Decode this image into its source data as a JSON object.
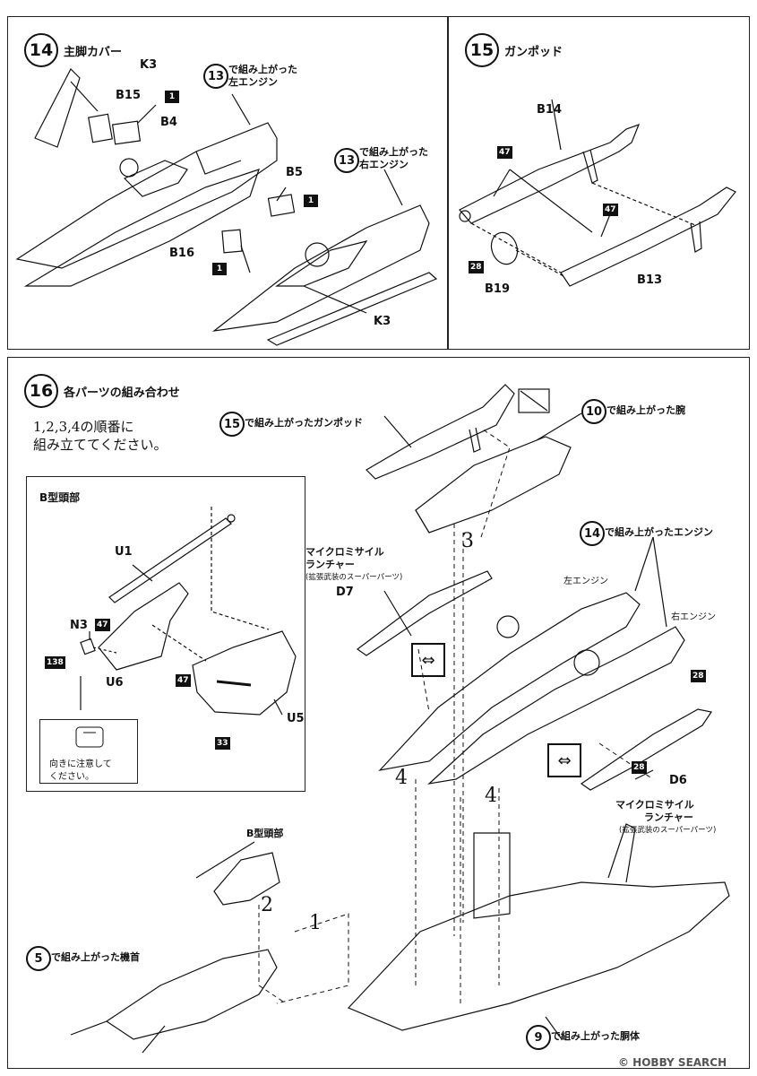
{
  "step14": {
    "num": "14",
    "title": "主脚カバー",
    "labels": {
      "k3_top": "K3",
      "b15": "B15",
      "b4": "B4",
      "b5": "B5",
      "b16": "B16",
      "k3_bottom": "K3"
    },
    "part_refs": {
      "p1a": "1",
      "p1b": "1",
      "p1c": "1"
    },
    "ref13_left": {
      "num": "13",
      "line1": "で組み上がった",
      "line2": "左エンジン"
    },
    "ref13_right": {
      "num": "13",
      "line1": "で組み上がった",
      "line2": "右エンジン"
    }
  },
  "step15": {
    "num": "15",
    "title": "ガンポッド",
    "labels": {
      "b14": "B14",
      "b13": "B13",
      "b19": "B19"
    },
    "part_refs": {
      "p47a": "47",
      "p47b": "47",
      "p28": "28"
    }
  },
  "step16": {
    "num": "16",
    "title": "各パーツの組み合わせ",
    "order_line1": "1,2,3,4の順番に",
    "order_line2": "組み立ててください。",
    "head_panel": {
      "title": "B型頭部",
      "labels": {
        "u1": "U1",
        "n3": "N3",
        "u6": "U6",
        "u5": "U5"
      },
      "part_refs": {
        "p47a": "47",
        "p47b": "47",
        "p138": "138",
        "p33": "33"
      },
      "note": {
        "line1": "向きに注意して",
        "line2": "ください。"
      }
    },
    "ref15": {
      "num": "15",
      "text": "で組み上がったガンポッド"
    },
    "ref10": {
      "num": "10",
      "text": "で組み上がった腕"
    },
    "ref14": {
      "num": "14",
      "text": "で組み上がったエンジン"
    },
    "left_engine": "左エンジン",
    "right_engine": "右エンジン",
    "launcher_d7": {
      "line1": "マイクロミサイル",
      "line2": "ランチャー",
      "sub": "(拡張武装のスーパーパーツ)",
      "id": "D7"
    },
    "launcher_d6": {
      "id": "D6",
      "line1": "マイクロミサイル",
      "line2": "ランチャー",
      "sub": "(拡張武装のスーパーパーツ)"
    },
    "head_label2": "B型頭部",
    "ref5": {
      "num": "5",
      "text": "で組み上がった機首"
    },
    "ref9": {
      "num": "9",
      "text": "で組み上がった胴体"
    },
    "order_nums": {
      "n1": "1",
      "n2": "2",
      "n3": "3",
      "n4a": "4",
      "n4b": "4"
    },
    "part_refs": {
      "p28a": "28",
      "p28b": "28"
    }
  },
  "watermark": "© HOBBY SEARCH"
}
